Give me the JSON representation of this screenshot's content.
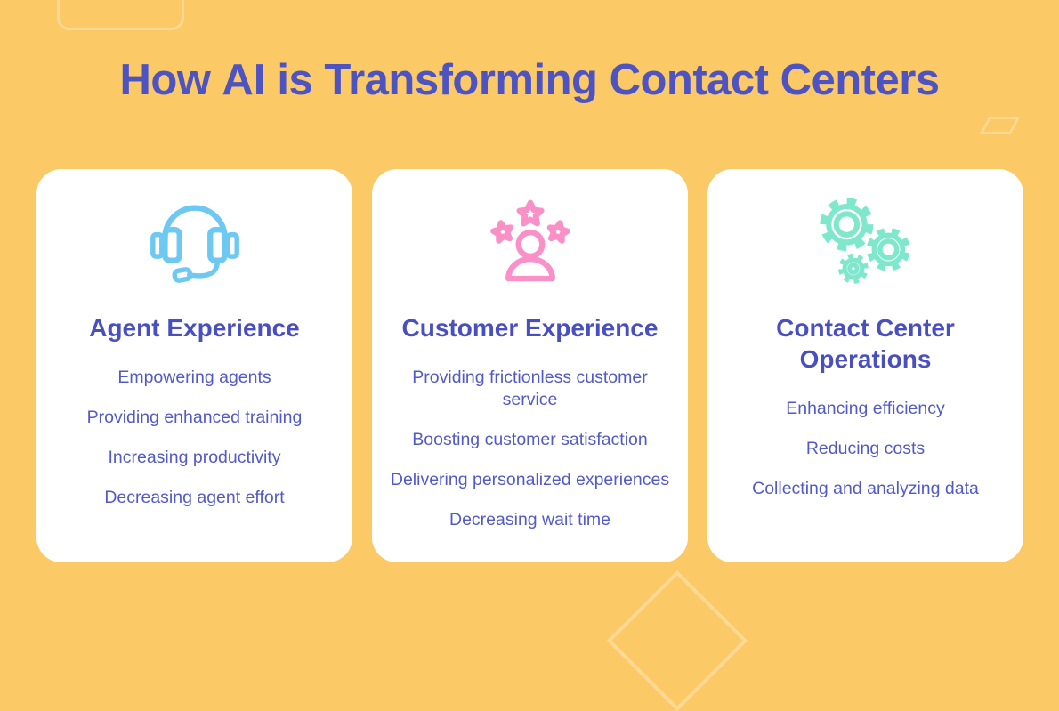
{
  "page": {
    "background_color": "#FCC967",
    "card_background": "#FFFFFF",
    "title_color": "#4E53C2",
    "heading_color": "#4A4FC0",
    "item_text_color": "#525AC8",
    "decoration_outline_color": "rgba(255,255,255,0.30)"
  },
  "title": {
    "prefix": "How",
    "highlight": "AI",
    "suffix": "is Transforming Contact Centers"
  },
  "cards": [
    {
      "heading": "Agent Experience",
      "icon": "headset-icon",
      "icon_color": "#6EC9F2",
      "items": [
        "Empowering agents",
        "Providing enhanced training",
        "Increasing productivity",
        "Decreasing agent effort"
      ]
    },
    {
      "heading": "Customer Experience",
      "icon": "customer-stars-icon",
      "icon_color": "#F990C8",
      "items": [
        "Providing frictionless customer\nservice",
        "Boosting customer satisfaction",
        "Delivering personalized experiences",
        "Decreasing wait time"
      ]
    },
    {
      "heading": "Contact Center\nOperations",
      "icon": "gears-icon",
      "icon_color": "#7FE8CC",
      "items": [
        "Enhancing efficiency",
        "Reducing costs",
        "Collecting and analyzing data"
      ]
    }
  ]
}
